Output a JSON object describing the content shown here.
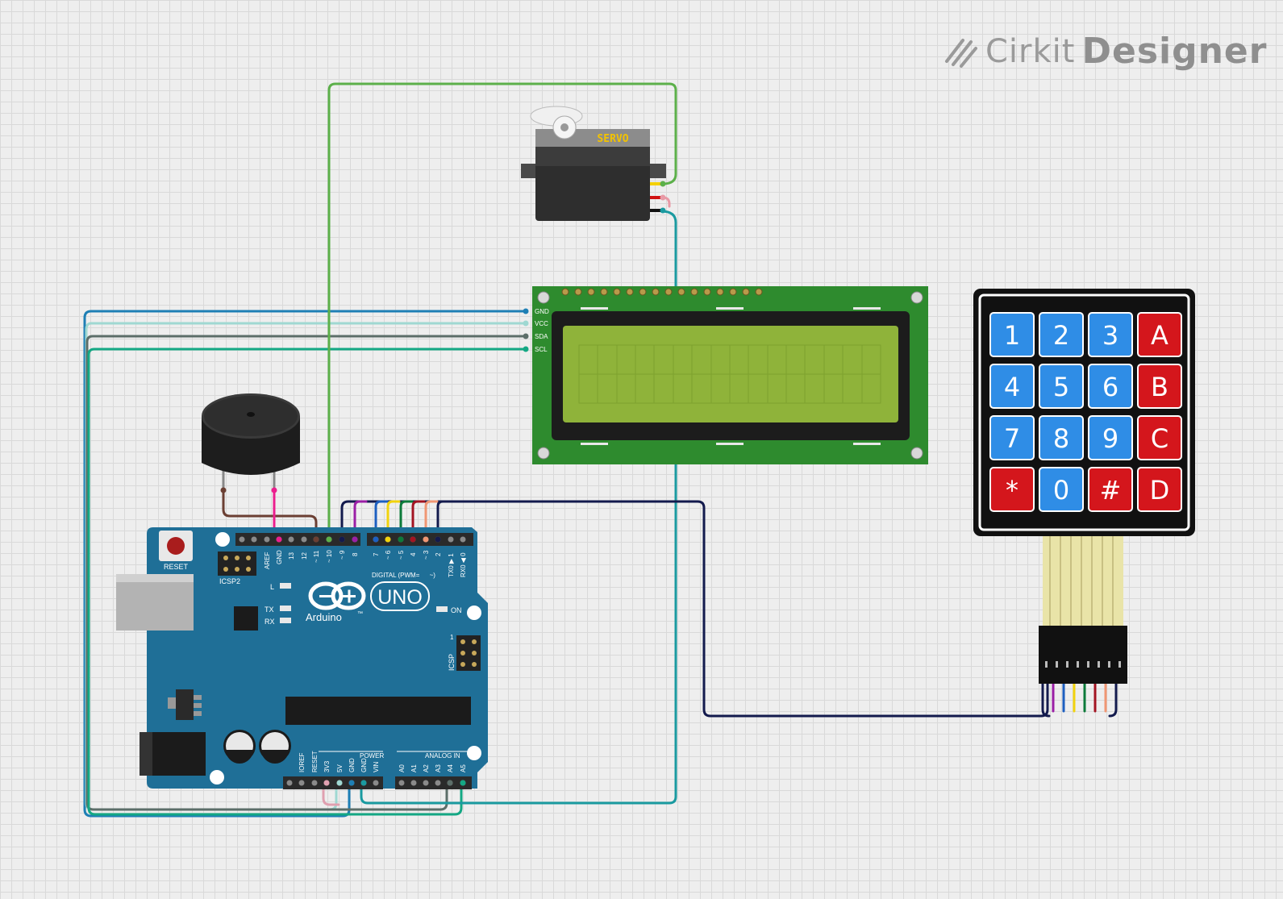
{
  "brand": {
    "word1": "Cirkit",
    "word2": "Designer"
  },
  "servo": {
    "label": "SERVO"
  },
  "lcd": {
    "pins": [
      "GND",
      "VCC",
      "SDA",
      "SCL"
    ]
  },
  "keypad": {
    "keys": [
      "1",
      "2",
      "3",
      "A",
      "4",
      "5",
      "6",
      "B",
      "7",
      "8",
      "9",
      "C",
      "*",
      "0",
      "#",
      "D"
    ]
  },
  "arduino": {
    "reset_label": "RESET",
    "icsp2_label": "ICSP2",
    "icsp_label": "ICSP",
    "icsp_pin1": "1",
    "brand": "Arduino",
    "model": "UNO",
    "tm": "™",
    "on_label": "ON",
    "l_label": "L",
    "tx_label": "TX",
    "rx_label": "RX",
    "digital_label": "DIGITAL (PWM= ",
    "digital_tilde": "~",
    "digital_close": ")",
    "power_label": "POWER",
    "analog_label": "ANALOG IN",
    "top_pins": [
      "AREF",
      "GND",
      "13",
      "12",
      "~ 11",
      "~ 10",
      "~ 9",
      "8",
      "7",
      "~ 6",
      "~ 5",
      "4",
      "~ 3",
      "2",
      "TX0 ▶ 1",
      "RX0 ◀ 0"
    ],
    "bottom_pins": [
      "IOREF",
      "RESET",
      "3V3",
      "5V",
      "GND",
      "GND",
      "VIN",
      "A0",
      "A1",
      "A2",
      "A3",
      "A4",
      "A5"
    ]
  },
  "colors": {
    "board": "#1f6f97",
    "lcd_pcb": "#2e8b2e",
    "lcd_screen": "#8fb33a",
    "key_blue": "#2f8de6",
    "key_red": "#d4161c",
    "wire_green": "#5cb04a",
    "wire_teal": "#1a9aa0",
    "wire_navy": "#131a4d"
  }
}
